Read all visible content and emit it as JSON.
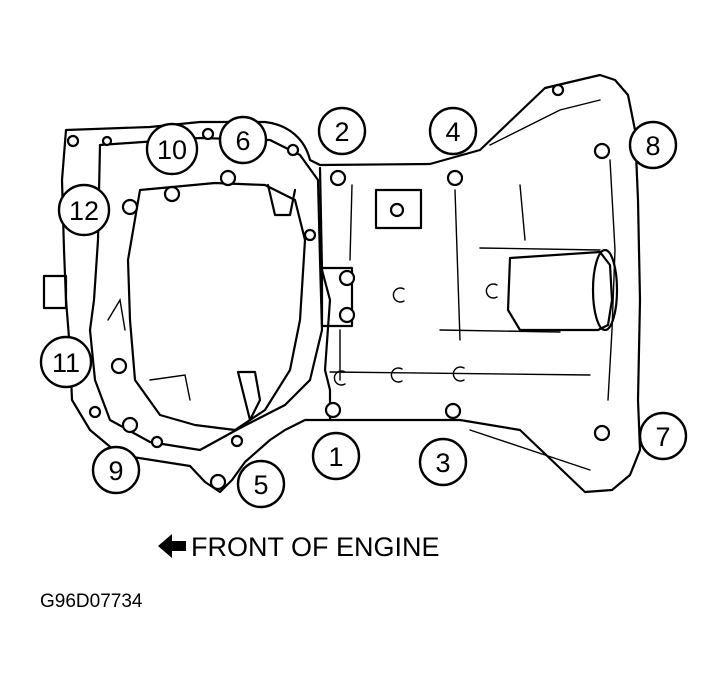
{
  "diagram": {
    "caption": "FRONT OF ENGINE",
    "figure_code": "G96D07734",
    "bolt_labels": [
      "1",
      "2",
      "3",
      "4",
      "5",
      "6",
      "7",
      "8",
      "9",
      "10",
      "11",
      "12"
    ]
  }
}
